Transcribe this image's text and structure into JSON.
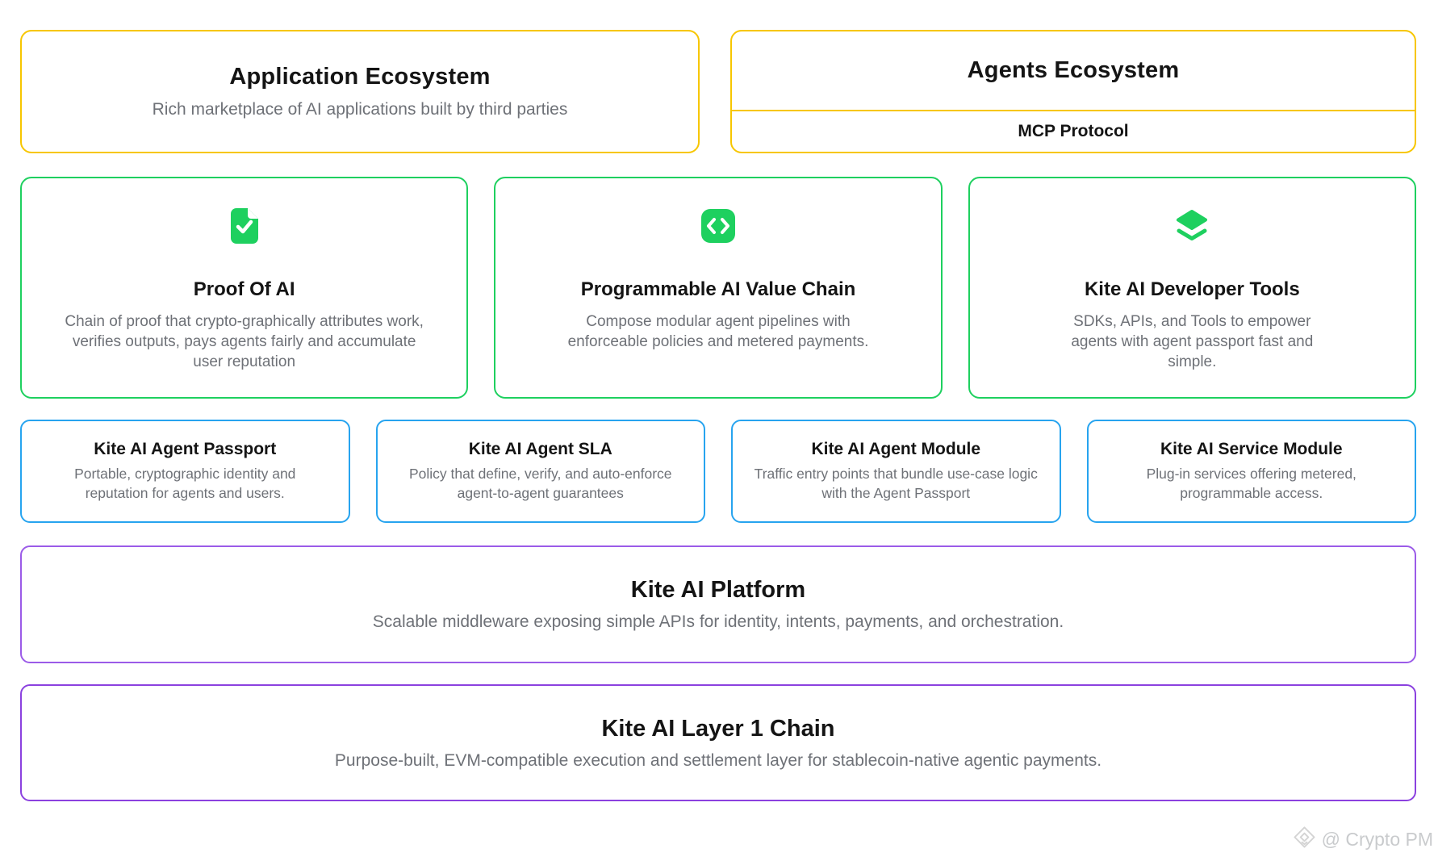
{
  "colors": {
    "yellow": "#F7C600",
    "green": "#1ED05F",
    "blue": "#27A4EF",
    "purple_platform": "#9B5BE8",
    "purple_chain": "#8B41DF",
    "title_text": "#141414",
    "muted_text": "#6E7177",
    "watermark_text": "#C9CBCD"
  },
  "top_row": {
    "application_ecosystem": {
      "title": "Application Ecosystem",
      "subtitle": "Rich marketplace of AI applications built by third parties"
    },
    "agents_ecosystem": {
      "title": "Agents Ecosystem",
      "protocol_label": "MCP Protocol"
    }
  },
  "feature_cards": [
    {
      "icon": "document-check-icon",
      "title": "Proof Of AI",
      "description": "Chain of proof that crypto-graphically attributes work, verifies outputs, pays agents fairly and accumulate user reputation"
    },
    {
      "icon": "code-brackets-icon",
      "title": "Programmable AI Value Chain",
      "description": "Compose modular agent pipelines with enforceable policies and metered payments."
    },
    {
      "icon": "layers-icon",
      "title": "Kite AI Developer Tools",
      "description": "SDKs, APIs, and Tools to empower agents with agent passport fast and simple."
    }
  ],
  "module_cards": [
    {
      "title": "Kite AI Agent Passport",
      "description": "Portable, cryptographic identity and reputation for agents and users."
    },
    {
      "title": "Kite AI Agent SLA",
      "description": "Policy that define, verify, and auto-enforce agent-to-agent guarantees"
    },
    {
      "title": "Kite AI Agent Module",
      "description": "Traffic entry points that bundle use-case logic with the Agent Passport"
    },
    {
      "title": "Kite AI Service Module",
      "description": "Plug-in services offering metered, programmable access."
    }
  ],
  "platform_band": {
    "title": "Kite AI Platform",
    "subtitle": "Scalable middleware exposing simple APIs for identity, intents, payments, and orchestration."
  },
  "chain_band": {
    "title": "Kite AI Layer 1 Chain",
    "subtitle": "Purpose-built, EVM-compatible execution and settlement layer for stablecoin-native agentic payments."
  },
  "watermark": {
    "label": "@ Crypto PM"
  }
}
